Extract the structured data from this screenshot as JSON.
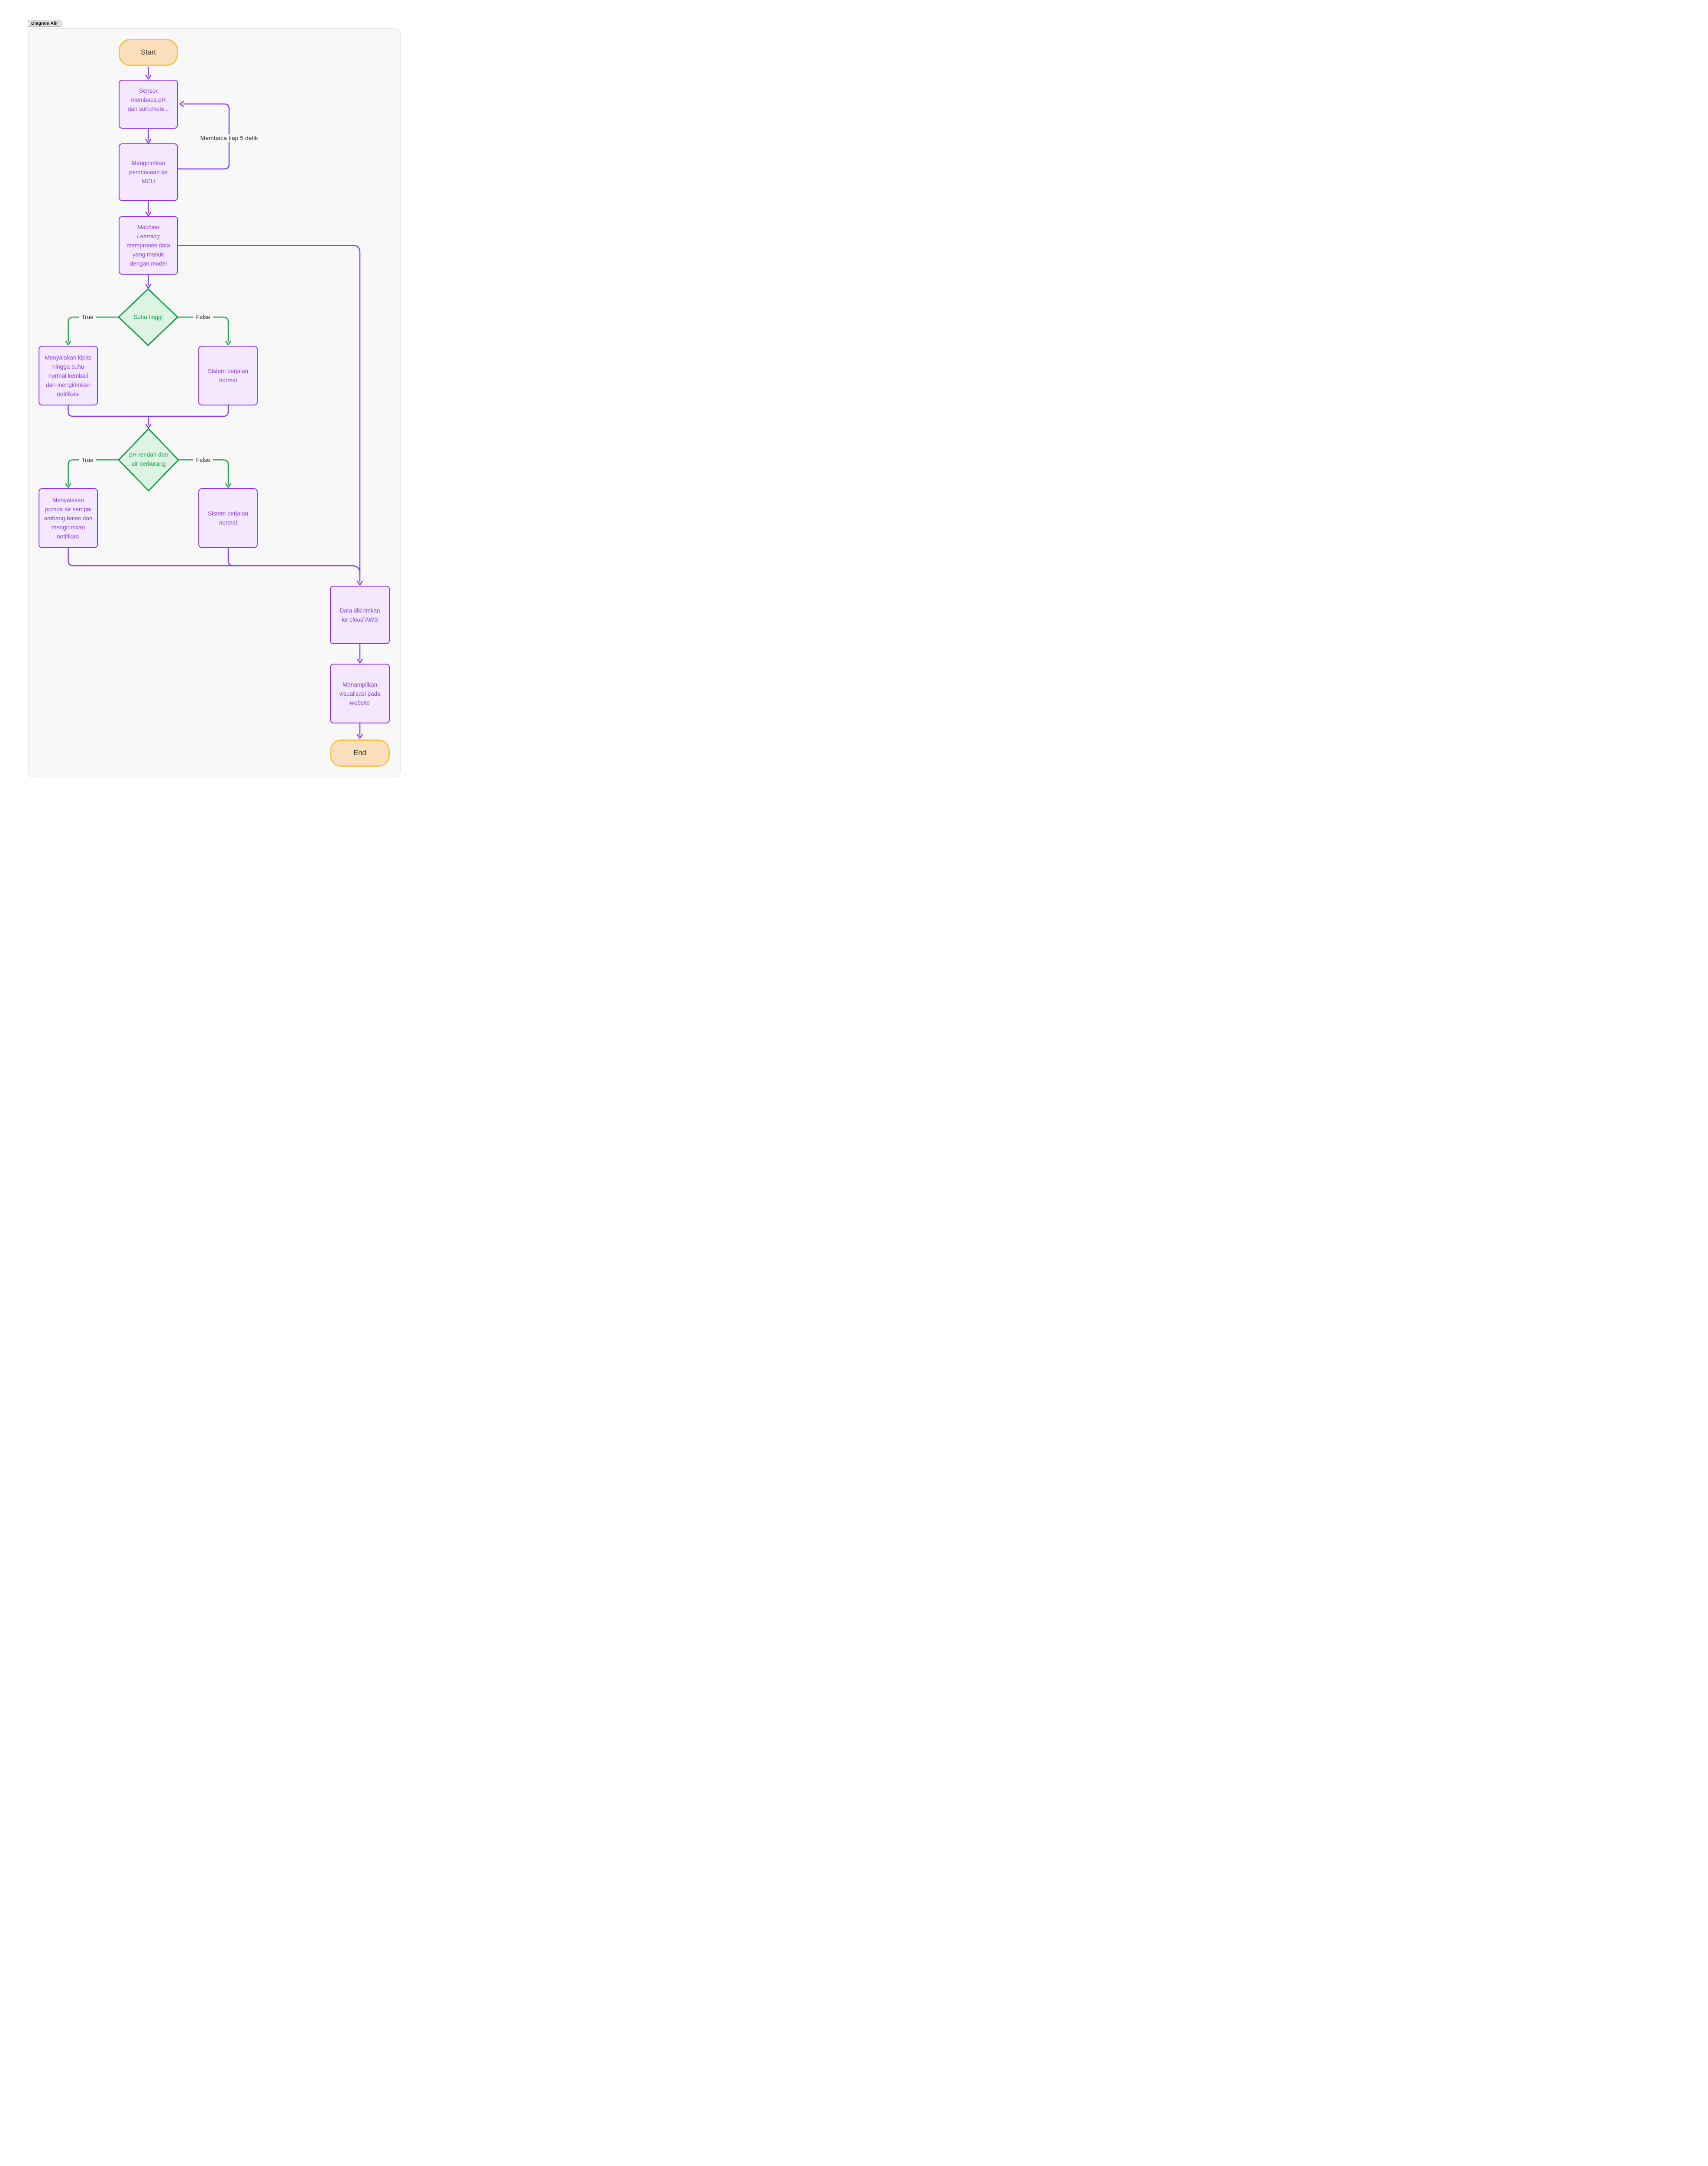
{
  "tag_label": "Diagram Alir",
  "flow": {
    "nodes": {
      "start": {
        "label": "Start",
        "type": "terminal"
      },
      "sensor": {
        "label": "Sensor membaca pH dan suhu/kele...",
        "type": "process"
      },
      "mcu": {
        "label": "Mengirimkan pembacaan ke MCU",
        "type": "process"
      },
      "ml": {
        "label_italic": "Machine Learning",
        "label_rest": " memproses data yang masuk dengan model",
        "type": "process"
      },
      "suhu": {
        "label": "Suhu tinggi",
        "type": "decision"
      },
      "kipas": {
        "label": "Menyalakan kipas hingga suhu normal kembali dan mengirimkan notifikasi",
        "type": "process"
      },
      "normal1": {
        "label": "Sistem berjalan normal",
        "type": "process"
      },
      "ph": {
        "label": "pH rendah dan air berkurang",
        "type": "decision"
      },
      "pompa": {
        "label": "Menyalakan pompa air sampai ambang batas dan mengirimkan notifikasi",
        "type": "process"
      },
      "normal2": {
        "label": "Sistem berjalan normal",
        "type": "process"
      },
      "aws": {
        "label_pre": "Data dikirimkan ke ",
        "label_italic": "cloud",
        "label_post": " AWS",
        "type": "process"
      },
      "website": {
        "label_pre": "Menampilkan visualisasi pada ",
        "label_italic": "website",
        "type": "process"
      },
      "end": {
        "label": "End",
        "type": "terminal"
      }
    },
    "edge_labels": {
      "loop": "Membaca tiap 5 detik",
      "suhu_true": "True",
      "suhu_false": "False",
      "ph_true": "True",
      "ph_false": "False"
    },
    "colors": {
      "purple_stroke": "#8A3BE8",
      "purple_fill": "#F3E8FD",
      "purple_text": "#9442E4",
      "green_stroke": "#17A24B",
      "green_fill": "#DCF4E1",
      "green_text": "#17A24B",
      "amber_stroke": "#F4C64D",
      "amber_fill": "#FBDFBC",
      "terminal_text": "#39342E",
      "edge_label_text": "#3A3A3A",
      "canvas_bg": "#F8F8F8"
    }
  }
}
